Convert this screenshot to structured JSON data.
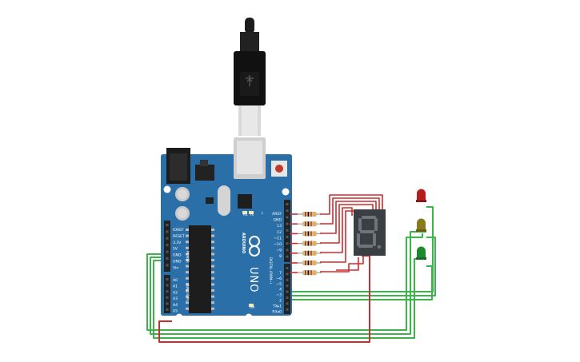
{
  "board": {
    "brand": "ARDUINO",
    "model": "UNO",
    "headers": {
      "power_title": "POWER",
      "analog_title": "ANALOG IN",
      "digital_title": "DIGITAL (PWM~)",
      "power_pins": [
        "IOREF",
        "RESET",
        "3.3V",
        "5V",
        "GND",
        "GND",
        "Vin"
      ],
      "analog_pins": [
        "A0",
        "A1",
        "A2",
        "A3",
        "A4",
        "A5"
      ],
      "digital_pins_top": [
        "AREF",
        "GND",
        "13",
        "12",
        "~11",
        "~10",
        "~9",
        "8"
      ],
      "digital_pins_bottom": [
        "7",
        "~6",
        "~5",
        "4",
        "~3",
        "2",
        "TX▸1",
        "RX◂0"
      ],
      "led_labels": [
        "L",
        "TX",
        "RX",
        "ON"
      ]
    }
  },
  "display": {
    "digit": "8."
  },
  "colors": {
    "board": "#2b6fa8",
    "wire_red": "#d12b2b",
    "wire_green": "#3cb44b",
    "led_red": "#b51e1e",
    "led_yellow": "#8a7a1e",
    "led_green": "#1e8a2e",
    "display_body": "#3a3f44",
    "segment_off": "#6e747a"
  },
  "icons": [
    "usb-cable-icon",
    "reset-button-icon",
    "power-jack-icon"
  ]
}
